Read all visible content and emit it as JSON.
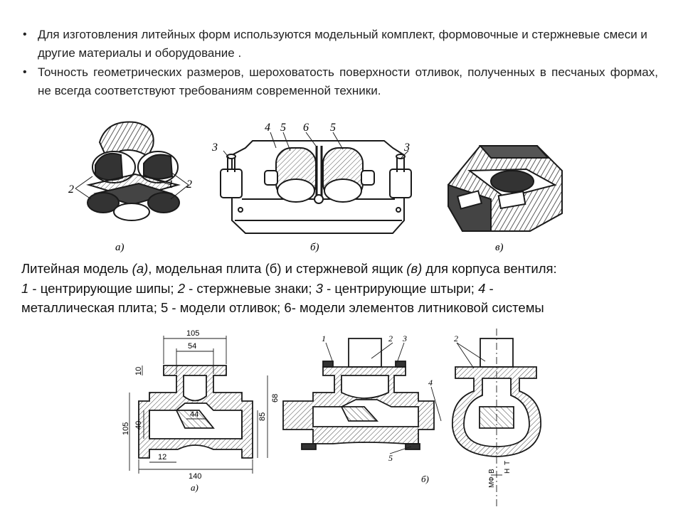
{
  "bullets": [
    "Для изготовления литейных форм используются модельный комплект, формовочные и стержневые смеси и другие материалы и оборудование .",
    "Точность геометрических размеров, шероховатость поверхности отливок, полученных в песчаных формах, не всегда соответствуют требованиям современной техники."
  ],
  "figure_top": {
    "label_a": "а)",
    "label_b": "б)",
    "label_c": "в)",
    "callouts_a": [
      "1",
      "2",
      "2"
    ],
    "callouts_b": [
      "3",
      "4",
      "5",
      "6",
      "5",
      "3"
    ]
  },
  "caption": {
    "line1_a": "Литейная модель ",
    "line1_b": "(а)",
    "line1_c": ", модельная плита (б) и стержневой ящик ",
    "line1_d": "(в)",
    "line1_e": " для корпуса вентиля:",
    "line2_num1": "1",
    "line2_a": " - центрирующие шипы; ",
    "line2_num2": "2",
    "line2_b": " - стержневые знаки; ",
    "line2_num3": "3",
    "line2_c": " - центрирующие штыри; ",
    "line2_num4": "4",
    "line2_d": " -",
    "line3": "металлическая плита; 5 - модели отливок; 6- модели элементов литниковой системы"
  },
  "figure_bottom": {
    "dimensions": [
      "105",
      "54",
      "10",
      "68",
      "105",
      "40",
      "44",
      "85",
      "12",
      "140"
    ],
    "label_a": "а)",
    "label_b": "б)",
    "callouts_b": [
      "1",
      "2",
      "3",
      "4",
      "5"
    ],
    "callout_c": "2",
    "axis_marks": [
      "МФ",
      "В",
      "Н",
      "Т"
    ]
  },
  "colors": {
    "text": "#222222",
    "ink": "#1a1a1a",
    "hatch": "#555555"
  }
}
